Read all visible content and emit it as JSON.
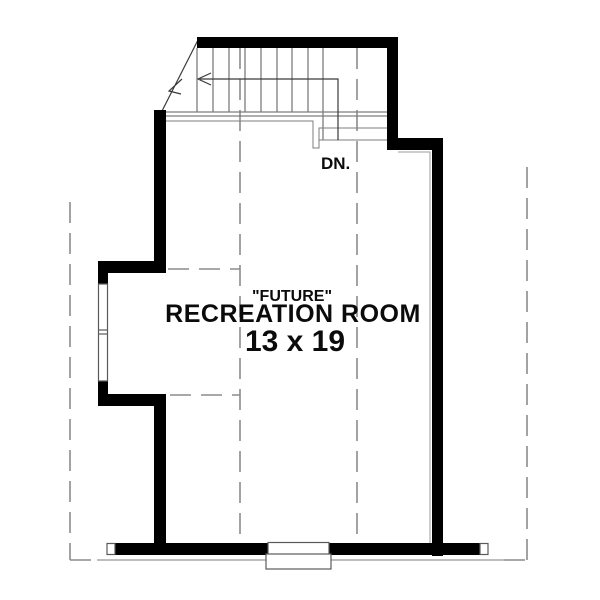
{
  "room": {
    "qualifier": "\"FUTURE\"",
    "name": "RECREATION ROOM",
    "dimensions": "13 x 19"
  },
  "stairs": {
    "direction_label": "DN."
  },
  "colors": {
    "wall": "#000000",
    "stair_line": "#7d7d7d",
    "dashed_line": "#8c8c8c",
    "window_line": "#5a5a5a",
    "arrow_line": "#3a3a3a",
    "text": "#0b0b0b",
    "background": "#ffffff"
  }
}
